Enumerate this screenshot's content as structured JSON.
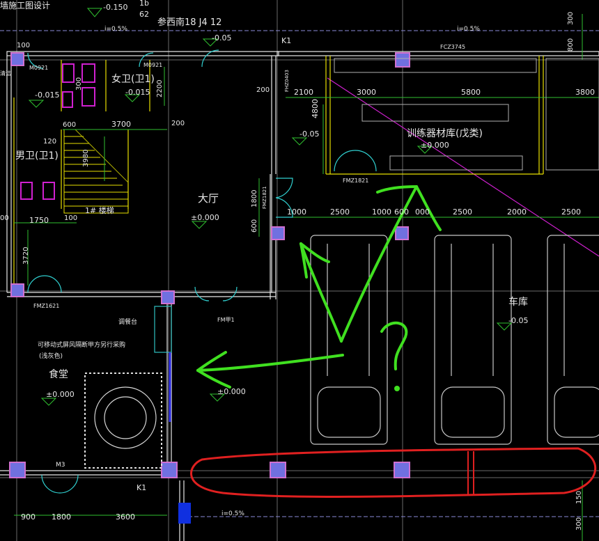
{
  "header": {
    "title_fragment": "墙施工图设计",
    "elev_top": "-0.150",
    "grid_ref_a": "1b",
    "grid_ref_b": "62",
    "ref_note": "参西南18 J4 12"
  },
  "slopes": {
    "top_left": "i=0.5%",
    "top_right": "i=0.5%",
    "bottom": "i=0.5%"
  },
  "labels": {
    "k1_top": "K1",
    "k1_bottom": "K1",
    "m0921_left": "M0921",
    "m0921_right": "M0921",
    "fcz3745": "FCZ3745",
    "fmz1821_top": "FMZ1821",
    "fmz1821_side": "FMZ1821",
    "fmz1621": "FMZ1621",
    "fm": "FM甲1",
    "m3": "M3",
    "vertical_tag": "FHZ0403",
    "stair": "1# 楼梯",
    "serving": "调餐台",
    "partition_note": "可移动式屏风隔断甲方另行采购",
    "partition_sub": "(浅灰色)",
    "qinjie": "清洁"
  },
  "rooms": {
    "female_wc": "女卫(卫1)",
    "male_wc": "男卫(卫1)",
    "lobby": "大厅",
    "trainer_store": "训练器材库(戊类)",
    "garage": "车库",
    "canteen": "食堂"
  },
  "elevations": {
    "top_015": "-0.05",
    "left_015": "-0.015",
    "wc_015": "-0.015",
    "store_005": "-0.05",
    "store_000": "±0.000",
    "lobby_000": "±0.000",
    "garage_005": "-0.05",
    "canteen_000": "±0.000",
    "bottom_000": "±0.000"
  },
  "dims": {
    "d100": "100",
    "d300": "300",
    "d2200": "2200",
    "d200a": "200",
    "d2100": "2100",
    "d3000": "3000",
    "d5800": "5800",
    "d3800": "3800",
    "d600a": "600",
    "d3700": "3700",
    "d200b": "200",
    "d4800": "4800",
    "d120": "120",
    "d3980": "3980",
    "d1800v": "1800",
    "d600v": "600",
    "d1000a": "1000",
    "d2500a": "2500",
    "d1000b": "1000",
    "d600b": "600",
    "d000": "000",
    "d2500b": "2500",
    "d2000": "2000",
    "d2500c": "2500",
    "d1750": "1750",
    "d100b": "100",
    "d3720": "3720",
    "d800": "800",
    "d300r": "300",
    "d900": "900",
    "d1800": "1800",
    "d3600": "3600",
    "d150": "150",
    "d300b": "300",
    "d00": "00"
  },
  "annotation": {
    "question_mark": "?"
  }
}
